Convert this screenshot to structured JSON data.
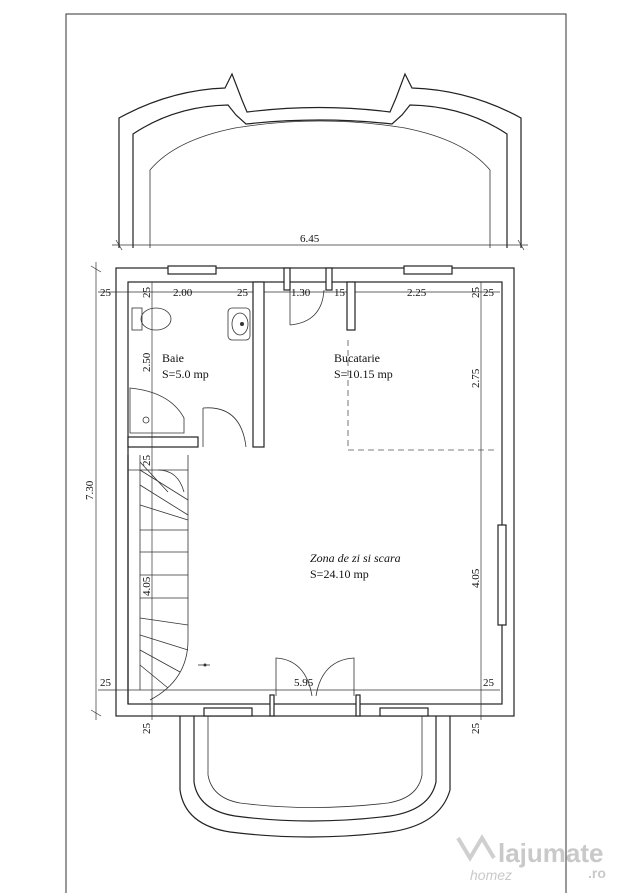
{
  "rooms": {
    "baie": {
      "name": "Baie",
      "area": "S=5.0 mp"
    },
    "bucatarie": {
      "name": "Bucatarie",
      "area": "S=10.15 mp"
    },
    "zona": {
      "name": "Zona de zi si scara",
      "area": "S=24.10 mp"
    }
  },
  "dimensions": {
    "top_width": "6.45",
    "left_height": "7.30",
    "bottom_width": "5.95",
    "top_row": [
      "25",
      "25",
      "2.00",
      "25",
      "1.30",
      "15",
      "2.25",
      "25",
      "25"
    ],
    "baie_height": "2.50",
    "stair_top": "25",
    "stair_height": "4.05",
    "right_height_upper": "2.75",
    "right_height_lower": "4.05",
    "bottom_left": "25",
    "bottom_right": "25",
    "bottom_left_vertical": "25",
    "bottom_right_vertical": "25"
  },
  "watermark": {
    "main": "lajumate",
    "tld": ".ro",
    "secondary": "homez"
  }
}
